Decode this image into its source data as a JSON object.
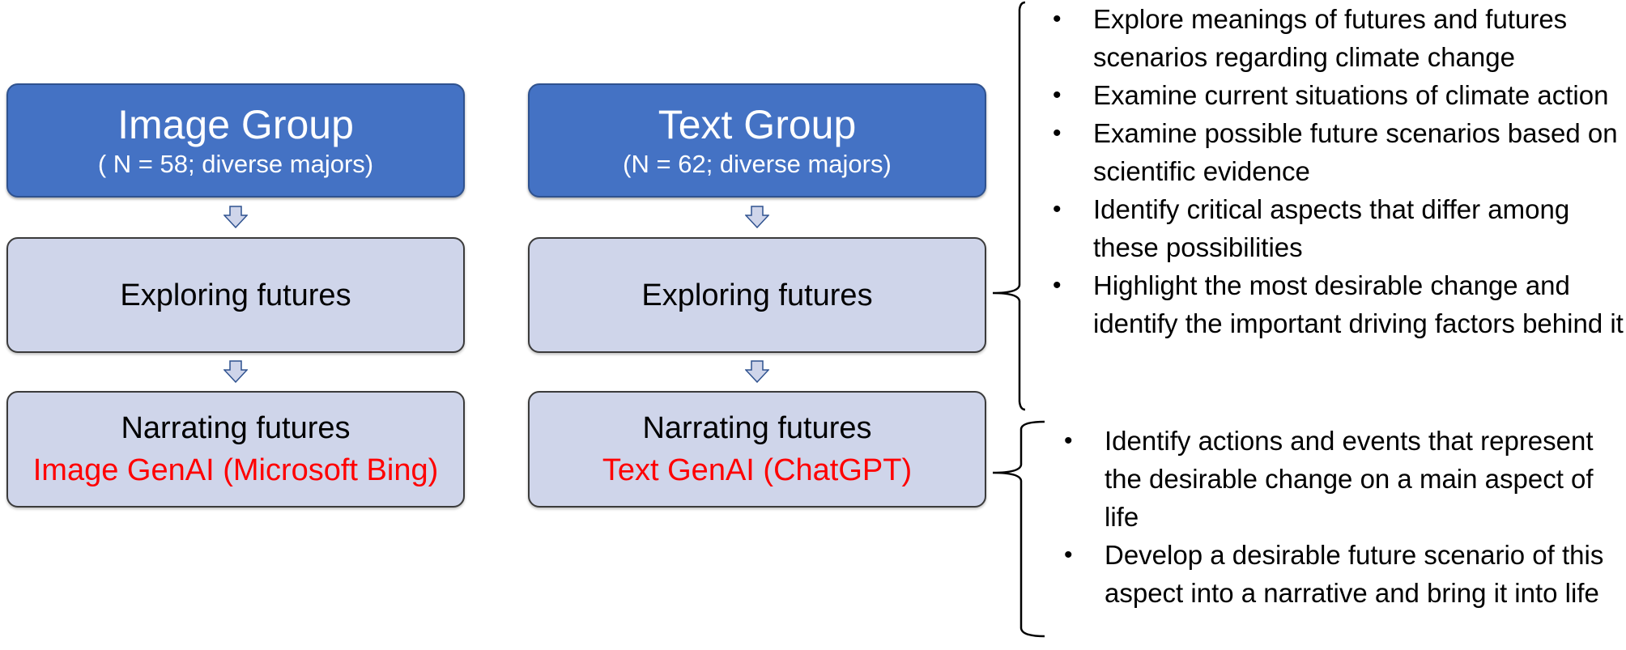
{
  "image_group": {
    "title": "Image Group",
    "subtitle": "( N = 58; diverse majors)",
    "explore_label": "Exploring futures",
    "narrate_label": "Narrating futures",
    "narrate_tool": "Image GenAI (Microsoft Bing)"
  },
  "text_group": {
    "title": "Text Group",
    "subtitle": "(N = 62; diverse majors)",
    "explore_label": "Exploring futures",
    "narrate_label": "Narrating futures",
    "narrate_tool": "Text GenAI (ChatGPT)"
  },
  "exploring_activities": [
    "Explore meanings of futures and futures scenarios regarding climate change",
    "Examine current situations of climate action",
    "Examine possible future scenarios based on scientific evidence",
    "Identify critical aspects that differ among these possibilities",
    "Highlight the most desirable change and identify the important driving factors behind it"
  ],
  "narrating_activities": [
    "Identify actions and events that represent the desirable change on a main aspect of life",
    "Develop a desirable future scenario of this aspect into a narrative and bring it into life"
  ],
  "colors": {
    "header_fill": "#4472c4",
    "step_fill": "#cfd5ea",
    "tool_text": "#ff0000"
  }
}
